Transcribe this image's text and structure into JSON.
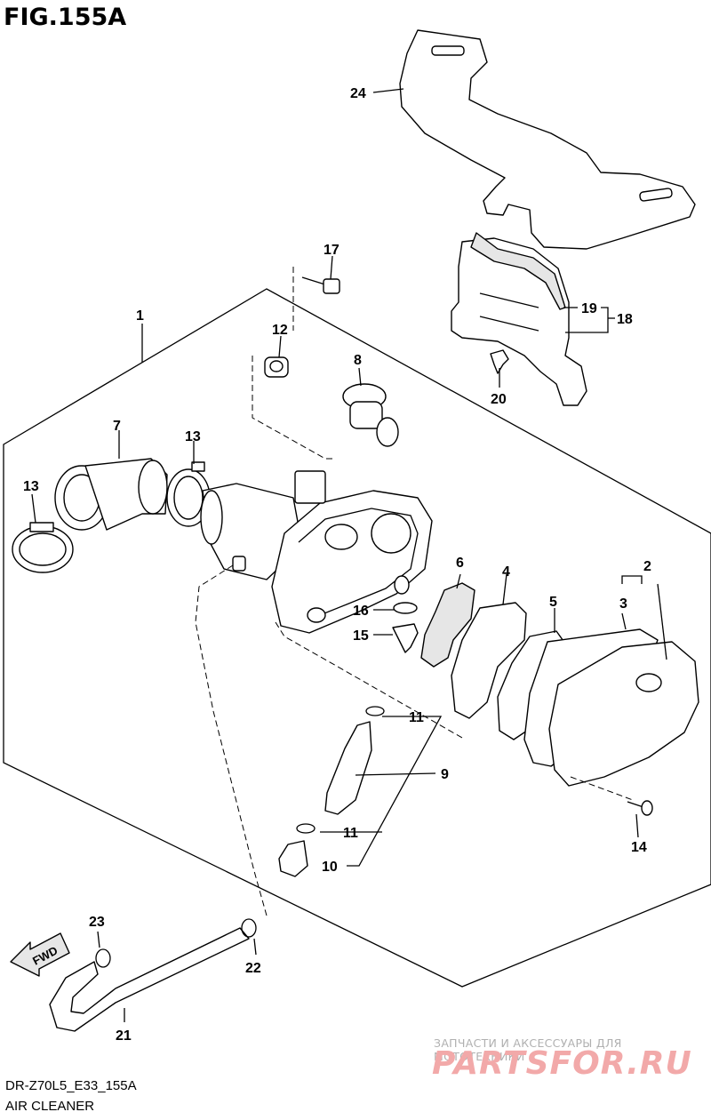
{
  "figure": {
    "title": "FIG.155A"
  },
  "footer": {
    "code": "DR-Z70L5_E33_155A",
    "name": "AIR CLEANER"
  },
  "watermark": {
    "tagline": "ЗАПЧАСТИ И АКСЕССУАРЫ ДЛЯ МОТОТЕХНИКИ",
    "logo_text": "PARTSFOR.RU"
  },
  "fwd_arrow": {
    "label": "FWD"
  },
  "callouts": {
    "c1": "1",
    "c2": "2",
    "c3": "3",
    "c4": "4",
    "c5": "5",
    "c6": "6",
    "c7": "7",
    "c8": "8",
    "c9": "9",
    "c10": "10",
    "c11a": "11",
    "c11b": "11",
    "c12": "12",
    "c13a": "13",
    "c13b": "13",
    "c14": "14",
    "c15": "15",
    "c16": "16",
    "c17": "17",
    "c18": "18",
    "c19": "19",
    "c20": "20",
    "c21": "21",
    "c22": "22",
    "c23": "23",
    "c24": "24"
  }
}
